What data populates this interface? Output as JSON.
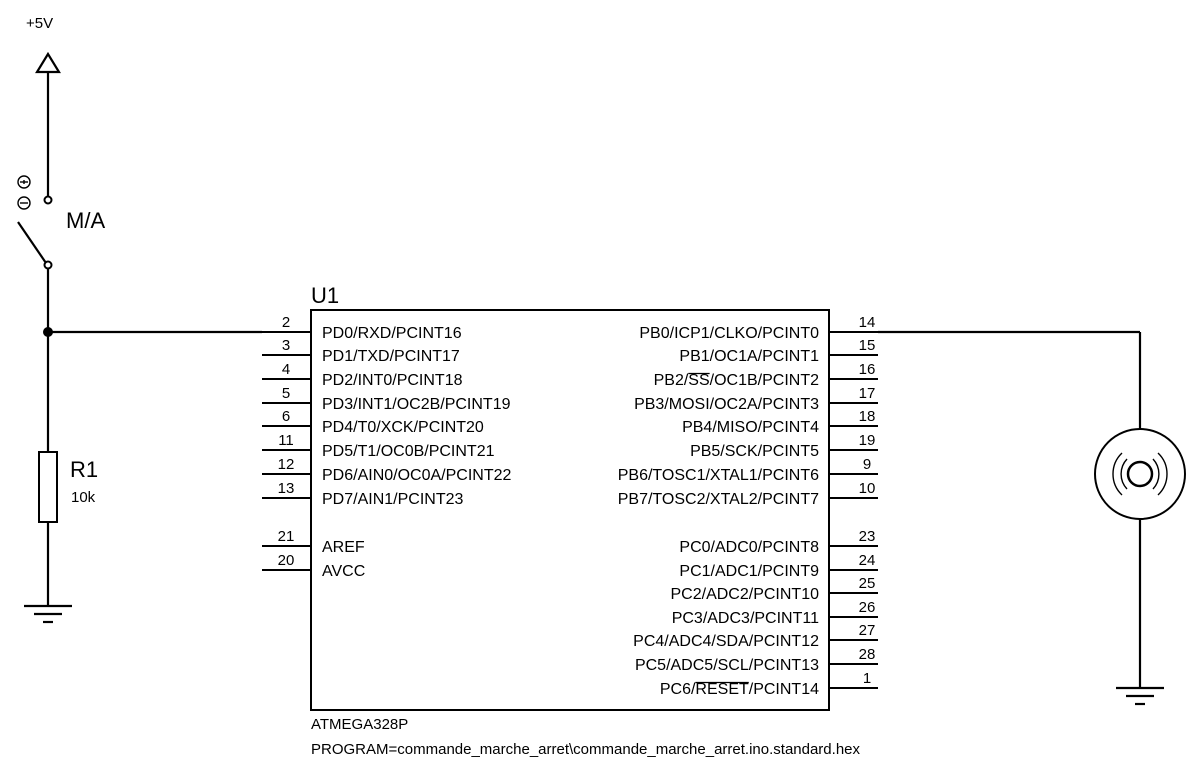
{
  "power": {
    "label": "+5V"
  },
  "switch": {
    "ref": "M/A"
  },
  "resistor": {
    "ref": "R1",
    "value": "10k"
  },
  "mcu": {
    "ref": "U1",
    "part": "ATMEGA328P",
    "program": "PROGRAM=commande_marche_arret\\commande_marche_arret.ino.standard.hex",
    "left_pins": [
      {
        "num": "2",
        "label": "PD0/RXD/PCINT16"
      },
      {
        "num": "3",
        "label": "PD1/TXD/PCINT17"
      },
      {
        "num": "4",
        "label": "PD2/INT0/PCINT18"
      },
      {
        "num": "5",
        "label": "PD3/INT1/OC2B/PCINT19"
      },
      {
        "num": "6",
        "label": "PD4/T0/XCK/PCINT20"
      },
      {
        "num": "11",
        "label": "PD5/T1/OC0B/PCINT21"
      },
      {
        "num": "12",
        "label": "PD6/AIN0/OC0A/PCINT22"
      },
      {
        "num": "13",
        "label": "PD7/AIN1/PCINT23"
      },
      {
        "num": "21",
        "label": "AREF"
      },
      {
        "num": "20",
        "label": "AVCC"
      }
    ],
    "right_pins": [
      {
        "num": "14",
        "label": "PB0/ICP1/CLKO/PCINT0"
      },
      {
        "num": "15",
        "label": "PB1/OC1A/PCINT1"
      },
      {
        "num": "16",
        "label": "PB2/SS/OC1B/PCINT2"
      },
      {
        "num": "17",
        "label": "PB3/MOSI/OC2A/PCINT3"
      },
      {
        "num": "18",
        "label": "PB4/MISO/PCINT4"
      },
      {
        "num": "19",
        "label": "PB5/SCK/PCINT5"
      },
      {
        "num": "9",
        "label": "PB6/TOSC1/XTAL1/PCINT6"
      },
      {
        "num": "10",
        "label": "PB7/TOSC2/XTAL2/PCINT7"
      },
      {
        "num": "23",
        "label": "PC0/ADC0/PCINT8"
      },
      {
        "num": "24",
        "label": "PC1/ADC1/PCINT9"
      },
      {
        "num": "25",
        "label": "PC2/ADC2/PCINT10"
      },
      {
        "num": "26",
        "label": "PC3/ADC3/PCINT11"
      },
      {
        "num": "27",
        "label": "PC4/ADC4/SDA/PCINT12"
      },
      {
        "num": "28",
        "label": "PC5/ADC5/SCL/PCINT13"
      },
      {
        "num": "1",
        "label": "PC6/RESET/PCINT14"
      }
    ]
  }
}
